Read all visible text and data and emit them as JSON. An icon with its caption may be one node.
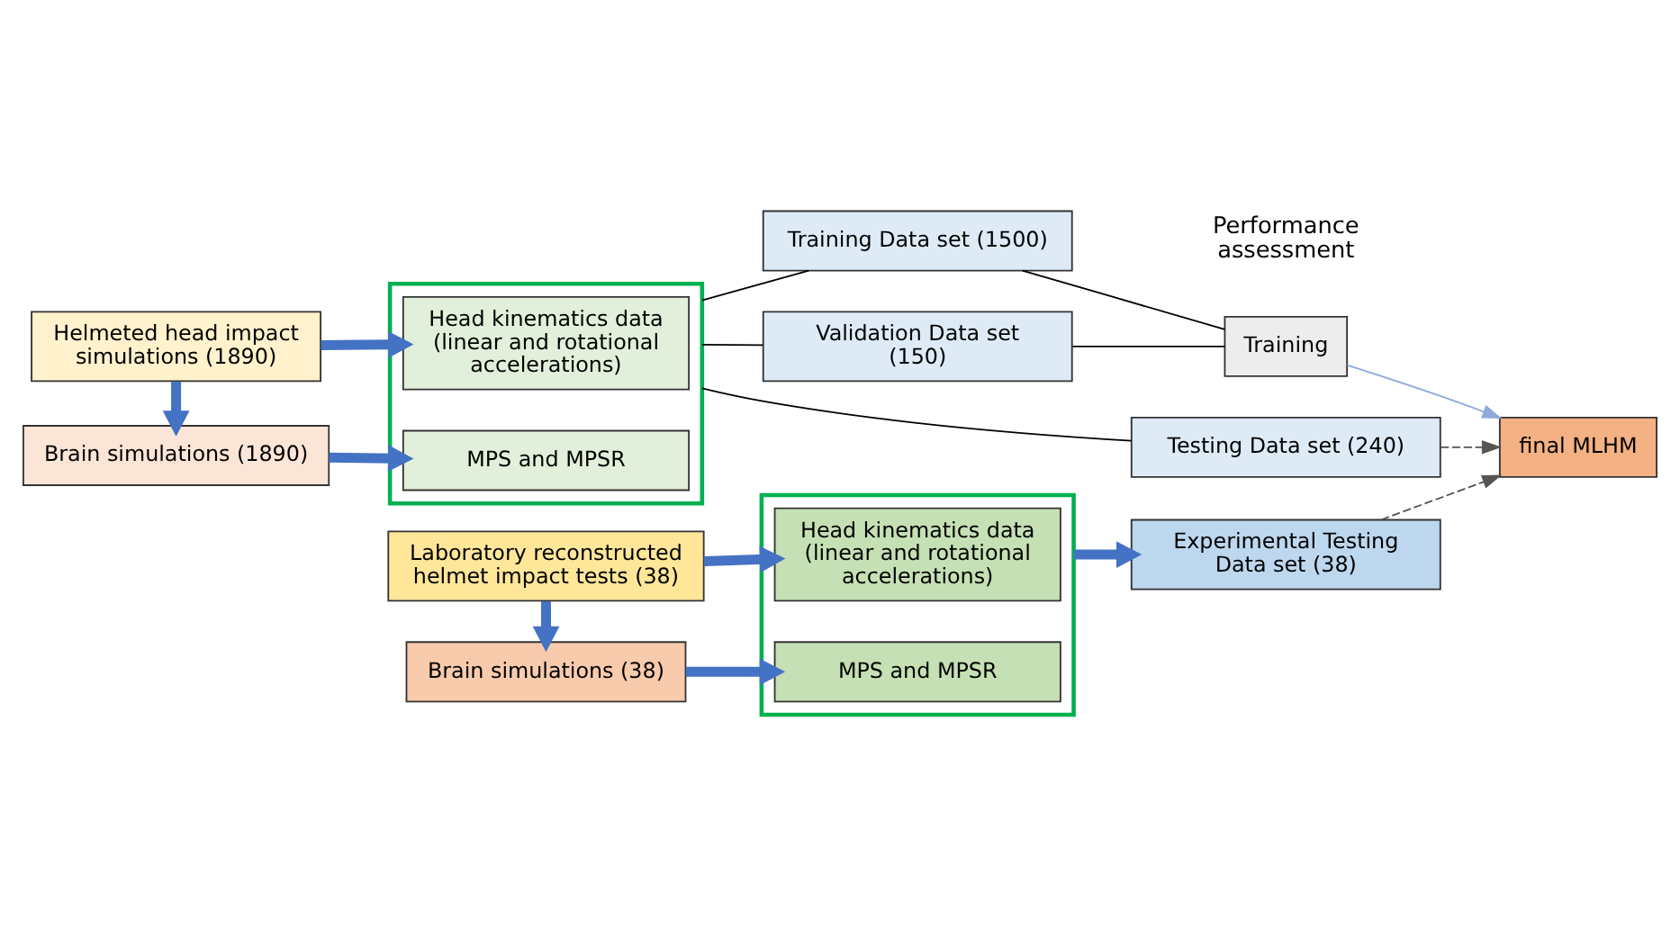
{
  "diagram": {
    "nodes": [
      {
        "text": [
          "Helmeted head impact simulations (1890)"
        ]
      },
      {
        "text": [
          "Brain simulations (1890)"
        ]
      },
      {
        "text": [],
        "shape": "box"
      },
      {
        "text": [
          "Head kinematics data (linear and rotational accelerations)"
        ],
        "in": 2
      },
      {
        "text": [
          "MPS and MPSR"
        ],
        "in": 2
      },
      {
        "text": [
          "Training Data set (1500)"
        ]
      },
      {
        "text": [
          "Validation Data set (150)"
        ]
      },
      {
        "text": [
          "Testing Data set (240)"
        ]
      },
      {
        "text": [
          "Training"
        ]
      },
      {
        "text": [
          "final MLHM"
        ]
      },
      {
        "text": [
          "Laboratory reconstructed helmet impact tests (38)"
        ]
      },
      {
        "text": [
          "Brain simulations (38)"
        ]
      },
      {
        "text": [],
        "shape": "box"
      },
      {
        "text": [
          "Head kinematics data (linear and rotational accelerations)"
        ],
        "in": 12
      },
      {
        "text": [
          "MPS and MPSR"
        ],
        "in": 12
      },
      {
        "text": [
          "Experimental Testing Data set (38)"
        ]
      }
    ],
    "edges": [
      {
        "from": 0,
        "to": 3,
        "arrow": "to",
        "style": "thick"
      },
      {
        "from": 0,
        "to": 1,
        "arrow": "to",
        "style": "thick"
      },
      {
        "from": 1,
        "to": 4,
        "arrow": "to",
        "style": "thick"
      },
      {
        "from": 2,
        "to": 5,
        "arrow": "none",
        "color": "#000000"
      },
      {
        "from": 2,
        "to": 6,
        "arrow": "none",
        "color": "#000000"
      },
      {
        "from": 2,
        "to": 7,
        "arrow": "none",
        "color": "#000000"
      },
      {
        "from": 5,
        "to": 8,
        "arrow": "none",
        "color": "#000000"
      },
      {
        "from": 6,
        "to": 8,
        "arrow": "none",
        "color": "#000000"
      },
      {
        "from": 8,
        "to": 9,
        "arrow": "to",
        "color": "#8faadc"
      },
      {
        "from": 7,
        "to": 9,
        "arrow": "to",
        "style": "dashed",
        "color": "#555555"
      },
      {
        "from": 10,
        "to": 13,
        "arrow": "to",
        "style": "thick"
      },
      {
        "from": 10,
        "to": 11,
        "arrow": "to",
        "style": "thick"
      },
      {
        "from": 11,
        "to": 14,
        "arrow": "to",
        "style": "thick"
      },
      {
        "from": 12,
        "to": 15,
        "arrow": "to",
        "style": "thick"
      },
      {
        "from": 15,
        "to": 9,
        "arrow": "to",
        "style": "dashed",
        "color": "#555555"
      }
    ],
    "labels": [
      "Performance assessment"
    ]
  }
}
